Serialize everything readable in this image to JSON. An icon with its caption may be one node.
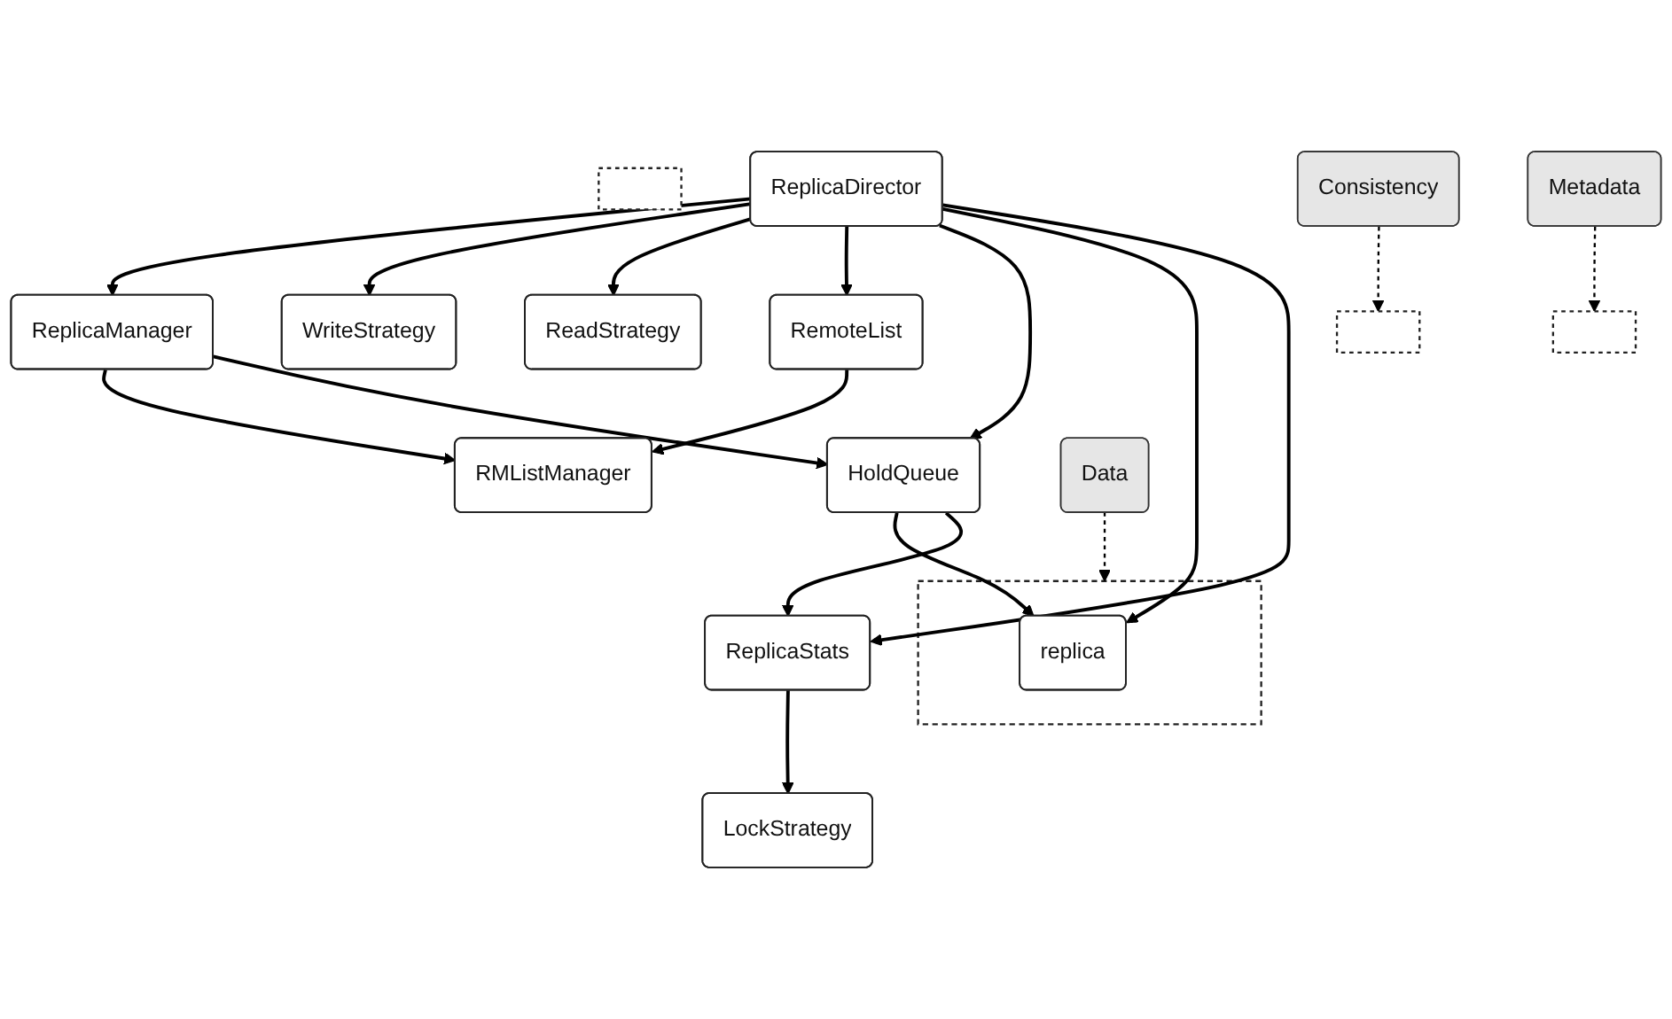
{
  "diagram": {
    "nodes": [
      {
        "text": [
          "ReplicaManager"
        ]
      },
      {
        "text": [
          "RMListManager"
        ]
      },
      {
        "text": [],
        "shape": "box"
      },
      {
        "text": [
          "WriteStrategy"
        ]
      },
      {
        "text": [
          "ReadStrategy"
        ]
      },
      {
        "text": [
          "RemoteList"
        ]
      },
      {
        "text": [
          "HoldQueue"
        ]
      },
      {
        "text": [],
        "shape": "box"
      },
      {
        "text": [
          "ReplicaDirector"
        ]
      },
      {
        "text": [],
        "shape": "box"
      },
      {
        "text": [
          "replica"
        ],
        "in": 9
      },
      {
        "text": [],
        "shape": "box"
      },
      {
        "text": [
          "LockStrategy"
        ]
      },
      {
        "text": [
          "ReplicaStats"
        ]
      },
      {
        "text": [
          "Data"
        ]
      },
      {
        "text": [
          "Consistency"
        ]
      },
      {
        "text": [
          "Metadata"
        ]
      }
    ],
    "edges": [
      {
        "from": 0,
        "to": 1,
        "arrow": "to"
      },
      {
        "from": 0,
        "to": 6,
        "arrow": "to"
      },
      {
        "from": 8,
        "to": 0,
        "arrow": "to"
      },
      {
        "from": 8,
        "to": 3,
        "arrow": "to"
      },
      {
        "from": 8,
        "to": 4,
        "arrow": "to"
      },
      {
        "from": 8,
        "to": 5,
        "arrow": "to"
      },
      {
        "from": 5,
        "to": 1,
        "arrow": "to"
      },
      {
        "from": 8,
        "to": 6,
        "arrow": "to"
      },
      {
        "from": 6,
        "to": 10,
        "arrow": "to"
      },
      {
        "from": 6,
        "to": 13,
        "arrow": "to"
      },
      {
        "from": 8,
        "to": 10,
        "arrow": "to"
      },
      {
        "from": 8,
        "to": 13,
        "arrow": "to"
      },
      {
        "from": 13,
        "to": 12,
        "arrow": "to"
      },
      {
        "from": 14,
        "to": 9,
        "arrow": "to",
        "style": "dashed"
      },
      {
        "from": 15,
        "to": 7,
        "arrow": "to",
        "style": "dashed"
      },
      {
        "from": 16,
        "to": 11,
        "arrow": "to",
        "style": "dashed"
      }
    ]
  }
}
